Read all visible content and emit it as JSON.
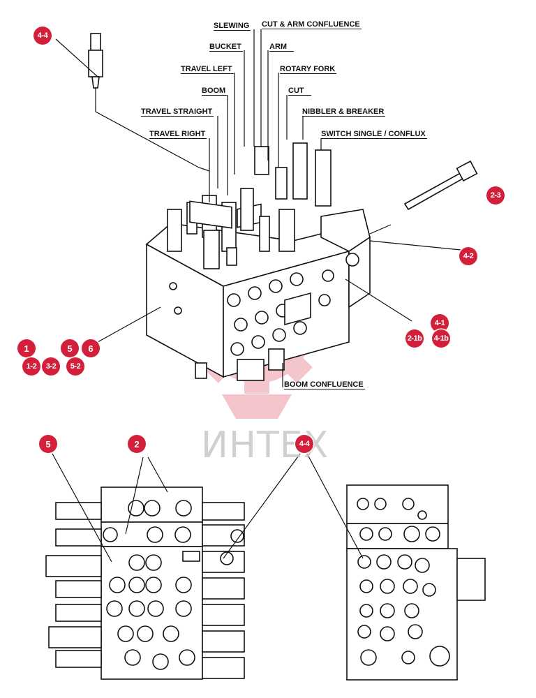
{
  "labels": {
    "slewing": "SLEWING",
    "cut_arm_confluence": "CUT & ARM CONFLUENCE",
    "bucket": "BUCKET",
    "arm": "ARM",
    "travel_left": "TRAVEL LEFT",
    "rotary_fork": "ROTARY FORK",
    "boom": "BOOM",
    "cut": "CUT",
    "travel_straight": "TRAVEL STRAIGHT",
    "nibbler_breaker": "NIBBLER & BREAKER",
    "travel_right": "TRAVEL RIGHT",
    "switch_single_conflux": "SWITCH SINGLE / CONFLUX",
    "boom_confluence": "BOOM CONFLUENCE"
  },
  "callouts": {
    "c_4_4_top": "4-4",
    "c_2_3": "2-3",
    "c_4_2": "4-2",
    "c_4_1": "4-1",
    "c_2_1b": "2-1b",
    "c_4_1b": "4-1b",
    "c_1": "1",
    "c_5": "5",
    "c_6": "6",
    "c_1_2": "1-2",
    "c_3_2": "3-2",
    "c_5_2": "5-2",
    "c_5_bottom": "5",
    "c_2_bottom": "2",
    "c_4_4_bottom": "4-4"
  },
  "watermark": "ИНТЕХ",
  "colors": {
    "callout": "#d41f3a",
    "watermark_gear": "#f2b8bf",
    "ink": "#111111"
  }
}
